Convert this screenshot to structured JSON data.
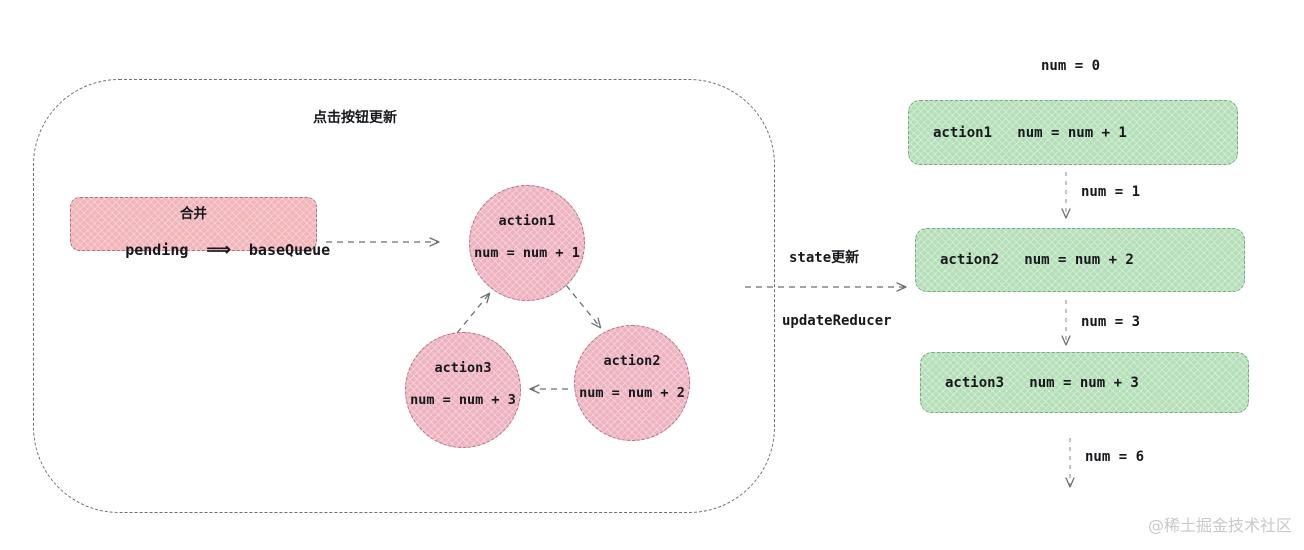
{
  "diagram": {
    "title_label": "点击按钮更新",
    "outer_group_name": "click-button-update-group",
    "colors": {
      "pink_fill": "#f2b5b9",
      "pink_circle_fill": "#eeb2c0",
      "pink_stroke": "#b0737c",
      "green_fill": "#b4dfb8",
      "green_stroke": "#7ba87f",
      "arrow_stroke": "#6e6e72",
      "text": "#16181c",
      "watermark": "#c9c9cb"
    },
    "queue_box": {
      "merge_label": "合并",
      "from_label": "pending",
      "arrow_glyph": "⟹",
      "to_label": "baseQueue"
    },
    "circles": [
      {
        "id": "action1",
        "title": "action1",
        "expression": "num = num + 1"
      },
      {
        "id": "action2",
        "title": "action2",
        "expression": "num = num + 2"
      },
      {
        "id": "action3",
        "title": "action3",
        "expression": "num = num + 3"
      }
    ],
    "transition": {
      "above_label": "state更新",
      "below_label": "updateReducer"
    },
    "queue_list": [
      {
        "id": "action1",
        "label": "action1   num = num + 1"
      },
      {
        "id": "action2",
        "label": "action2   num = num + 2"
      },
      {
        "id": "action3",
        "label": "action3   num = num + 3"
      }
    ],
    "state_values": {
      "initial": "num = 0",
      "after_action1": "num = 1",
      "after_action2": "num = 3",
      "after_action3": "num = 6"
    },
    "watermark": "@稀土掘金技术社区"
  }
}
